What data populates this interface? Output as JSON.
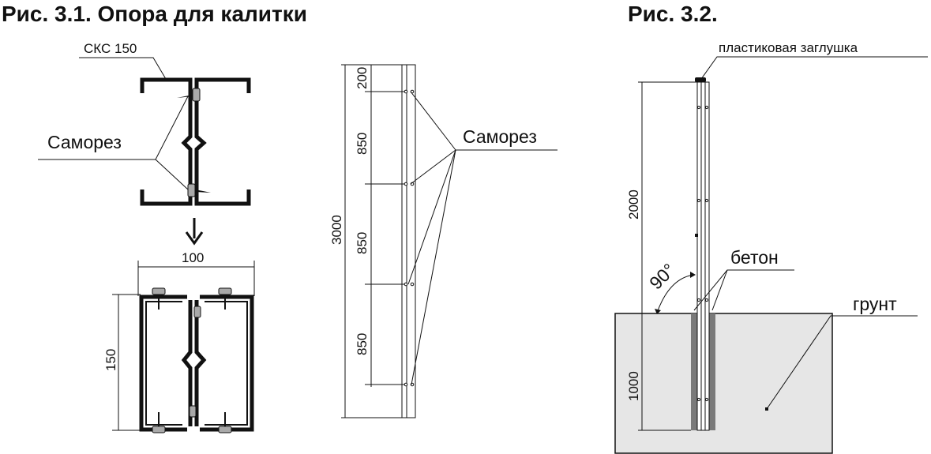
{
  "figure1": {
    "title": "Рис. 3.1. Опора для калитки",
    "profile_label": "СКС 150",
    "screw_label_left": "Саморез",
    "width_dim": "100",
    "height_dim": "150",
    "screw_label_right": "Саморез",
    "dims_vertical": [
      "200",
      "850",
      "850",
      "850"
    ],
    "total_dim": "3000"
  },
  "figure2": {
    "title": "Рис. 3.2.",
    "cap_label": "пластиковая заглушка",
    "concrete_label": "бетон",
    "ground_label": "грунт",
    "angle_label": "90°",
    "above_dim": "2000",
    "below_dim": "1000"
  },
  "colors": {
    "ink": "#111111",
    "ground_fill": "#e6e6e6",
    "concrete_fill": "#7a7a7a",
    "screw_fill": "#a9a9a9"
  }
}
